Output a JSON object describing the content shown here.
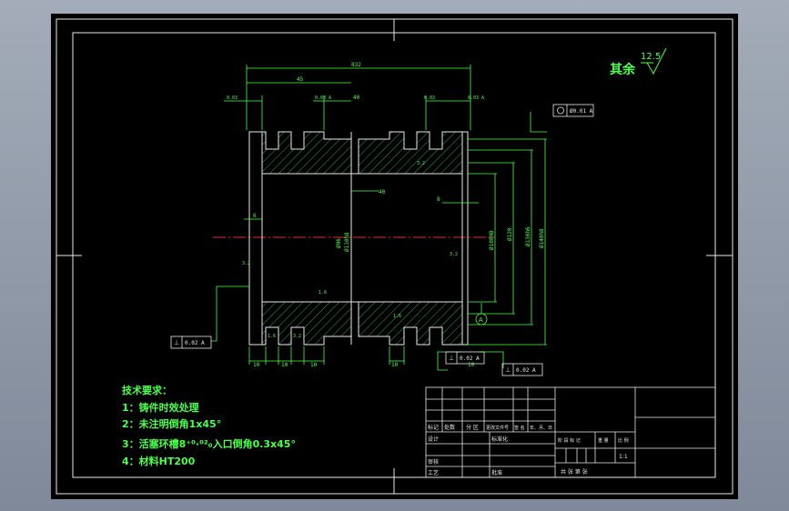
{
  "roughness": {
    "label": "其余",
    "value": "12.5"
  },
  "dims": {
    "overall_length": "832",
    "left_len": "45",
    "mid": "40",
    "inner_small": "40",
    "right_8": "8",
    "left_6": "6",
    "groove_w1": "10",
    "groove_w2": "10",
    "groove_w3": "10",
    "groove_w4": "10",
    "groove_w5": "10",
    "dia_bore": "Ø100H8",
    "dia_outer1": "Ø120",
    "dia_outer2": "Ø130h6",
    "dia_outer3": "Ø140h8",
    "dia_inner_l1": "Ø96",
    "dia_inner_l2": "Ø110h8",
    "top_tol_1": "0.03",
    "top_tol_2": "0.03 A",
    "top_tol_3": "0.03",
    "top_tol_4": "0.03 A",
    "conc": "Ø0.01 A",
    "perp_left": "0.02 A",
    "perp_b1": "0.02 A",
    "perp_b2": "0.02 A",
    "ra_left": "3.2",
    "ra_right": "3.2",
    "ra_top": "3.2",
    "ra_bot1": "3.2",
    "ra_bot2": "1.6",
    "ra_mid": "1.6",
    "ra_bot3": "1.6",
    "datum": "A"
  },
  "notes": {
    "title": "技术要求：",
    "items": [
      "1：铸件时效处理",
      "2：未注明倒角1x45°",
      "3：活塞环槽8⁺⁰·⁰²₀入口倒角0.3x45°",
      "4：材料HT200"
    ]
  },
  "title_block": {
    "labels_row": [
      "标记",
      "处数",
      "分 区",
      "更改文件号",
      "签 名",
      "年、月、日"
    ],
    "designer": "设计",
    "standard": "标准化",
    "review": "审核",
    "process": "工艺",
    "approve": "批准",
    "stage_labels": [
      "阶 段 标 记",
      "重 量",
      "比 例"
    ],
    "scale": "1:1",
    "sheet_info": "共   张   第   张"
  }
}
